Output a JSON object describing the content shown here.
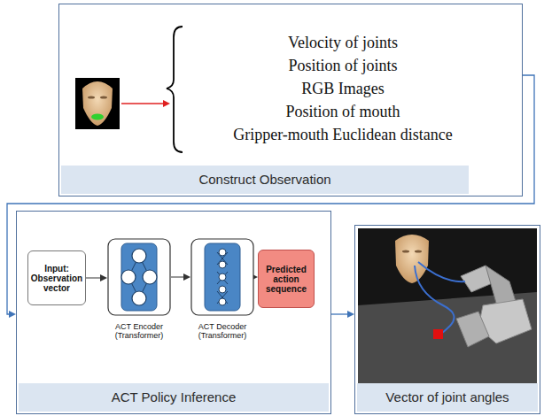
{
  "diagram": {
    "nodes": [
      {
        "text": [
          "Velocity of joints",
          "Position of joints",
          "RGB Images",
          "Position of mouth",
          "Gripper-mouth Euclidean distance",
          "Construct Observation"
        ]
      },
      {
        "text": [
          "ACT Policy Inference"
        ]
      },
      {
        "text": [
          "Input: Observation vector"
        ],
        "in": 1
      },
      {
        "text": [
          "ACT Encoder (Transformer)"
        ],
        "in": 1
      },
      {
        "text": [
          "ACT Decoder (Transformer)"
        ],
        "in": 1
      },
      {
        "text": [
          "Predicted action sequence"
        ],
        "in": 1
      },
      {
        "text": [
          "Vector of joint angles"
        ]
      }
    ],
    "edges": [
      {
        "from": 0,
        "to": 1,
        "arrow": "to"
      },
      {
        "from": 1,
        "to": 6,
        "arrow": "to"
      },
      {
        "from": 2,
        "to": 3,
        "arrow": "to"
      },
      {
        "from": 3,
        "to": 4,
        "arrow": "to"
      },
      {
        "from": 4,
        "to": 5,
        "arrow": "to"
      }
    ]
  }
}
